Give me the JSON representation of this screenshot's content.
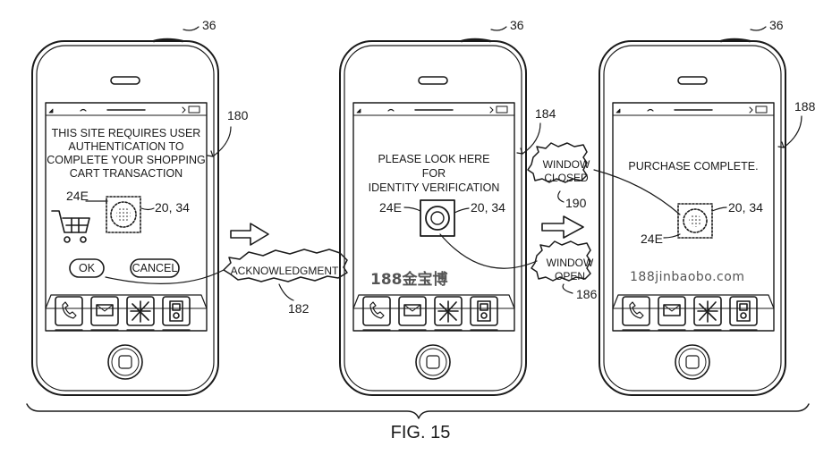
{
  "figure": {
    "caption": "FIG. 15"
  },
  "phones": [
    {
      "ref": "36",
      "screen_ref": "180",
      "message_lines": [
        "THIS SITE REQUIRES USER",
        "AUTHENTICATION TO",
        "COMPLETE YOUR SHOPPING",
        "CART TRANSACTION"
      ],
      "label_24e": "24E",
      "label_2034": "20, 34",
      "ok_label": "OK",
      "cancel_label": "CANCEL",
      "icons": [
        "phone-icon",
        "mail-icon",
        "compass-icon",
        "music-player-icon"
      ]
    },
    {
      "ref": "36",
      "screen_ref": "184",
      "message_lines": [
        "PLEASE LOOK HERE",
        "FOR",
        "IDENTITY VERIFICATION"
      ],
      "label_24e": "24E",
      "label_2034": "20, 34",
      "watermark": "188金宝博",
      "icons": [
        "phone-icon",
        "mail-icon",
        "compass-icon",
        "music-player-icon"
      ]
    },
    {
      "ref": "36",
      "screen_ref": "188",
      "message_lines": [
        "PURCHASE COMPLETE."
      ],
      "label_24e": "24E",
      "label_2034": "20, 34",
      "watermark": "188jinbaobo.com",
      "icons": [
        "phone-icon",
        "mail-icon",
        "compass-icon",
        "music-player-icon"
      ]
    }
  ],
  "callouts": {
    "acknowledgment": {
      "text": "ACKNOWLEDGMENT",
      "ref": "182"
    },
    "window_closed": {
      "lines": [
        "WINDOW",
        "CLOSED"
      ],
      "ref": "190"
    },
    "window_open": {
      "lines": [
        "WINDOW",
        "OPEN"
      ],
      "ref": "186"
    }
  }
}
